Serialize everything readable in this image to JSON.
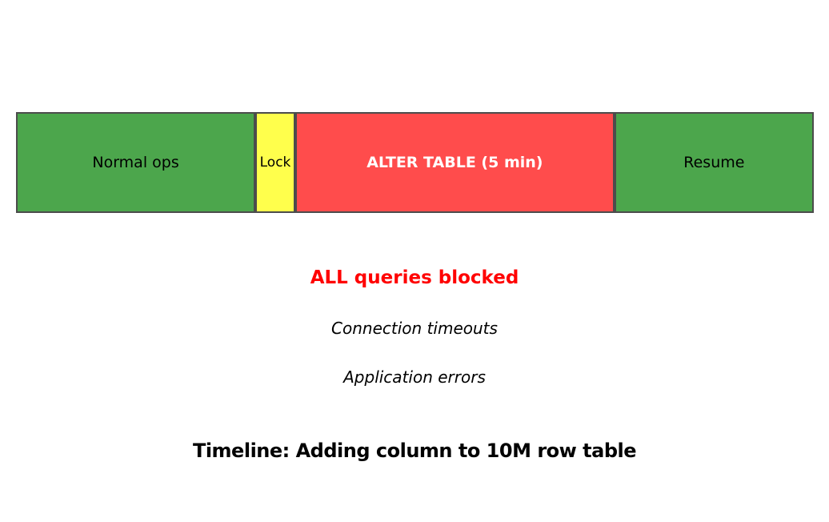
{
  "figure": {
    "title": "Timeline: Adding column to 10M row table"
  },
  "timeline": {
    "border_color": "#4c4c4c",
    "segments": [
      {
        "label": "Normal ops",
        "width_pct": 30,
        "fill": "#4ca64c",
        "text_color": "#000000",
        "bold": false
      },
      {
        "label": "Lock",
        "width_pct": 5,
        "fill": "#ffff4c",
        "text_color": "#000000",
        "bold": false
      },
      {
        "label": "ALTER TABLE (5 min)",
        "width_pct": 40,
        "fill": "#ff4c4c",
        "text_color": "#ffffff",
        "bold": true
      },
      {
        "label": "Resume",
        "width_pct": 25,
        "fill": "#4ca64c",
        "text_color": "#000000",
        "bold": false
      }
    ]
  },
  "annotations": [
    {
      "text": "ALL queries blocked",
      "color": "#ff0000",
      "style": "bold"
    },
    {
      "text": "Connection timeouts",
      "color": "#000000",
      "style": "italic"
    },
    {
      "text": "Application errors",
      "color": "#000000",
      "style": "italic"
    }
  ]
}
